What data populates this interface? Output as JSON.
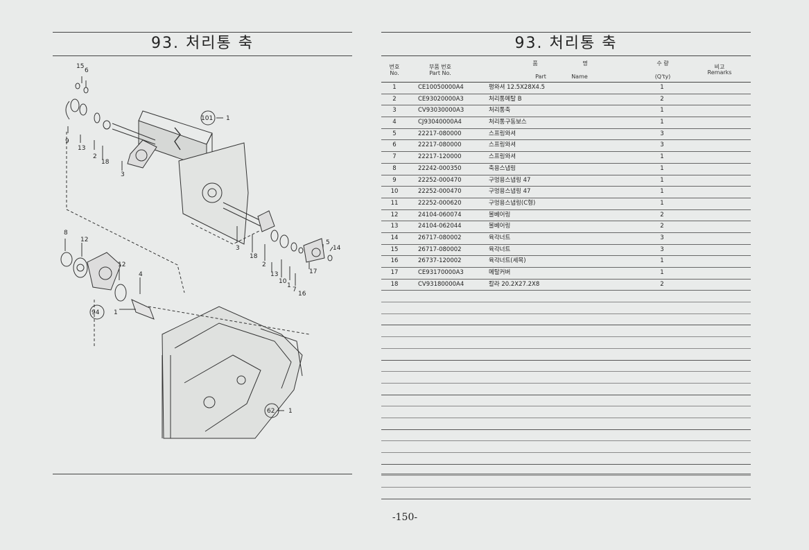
{
  "left": {
    "title": "93. 처리통 축"
  },
  "right": {
    "title": "93. 처리통 축"
  },
  "table": {
    "headers": {
      "no_ko": "번호",
      "no_en": "No.",
      "part_ko": "부품 번호",
      "part_en": "Part No.",
      "name_ko_1": "품",
      "name_ko_2": "명",
      "name_en_1": "Part",
      "name_en_2": "Name",
      "qty_ko": "수 량",
      "qty_en": "(Q'ty)",
      "remarks_ko": "비고",
      "remarks_en": "Remarks"
    },
    "rows": [
      {
        "no": "1",
        "part": "CE10050000A4",
        "name": "평와셔 12.5X28X4.5",
        "qty": "1"
      },
      {
        "no": "2",
        "part": "CE93020000A3",
        "name": "처리통메탈 B",
        "qty": "2"
      },
      {
        "no": "3",
        "part": "CV93030000A3",
        "name": "처리통축",
        "qty": "1"
      },
      {
        "no": "4",
        "part": "CJ93040000A4",
        "name": "처리통구동보스",
        "qty": "1"
      },
      {
        "no": "5",
        "part": "22217-080000",
        "name": "스프링와셔",
        "qty": "3"
      },
      {
        "no": "6",
        "part": "22217-080000",
        "name": "스프링와셔",
        "qty": "3"
      },
      {
        "no": "7",
        "part": "22217-120000",
        "name": "스프링와셔",
        "qty": "1"
      },
      {
        "no": "8",
        "part": "22242-000350",
        "name": "축용스냅링",
        "qty": "1"
      },
      {
        "no": "9",
        "part": "22252-000470",
        "name": "구멍용스냅링 47",
        "qty": "1"
      },
      {
        "no": "10",
        "part": "22252-000470",
        "name": "구멍용스냅링 47",
        "qty": "1"
      },
      {
        "no": "11",
        "part": "22252-000620",
        "name": "구멍용스냅링(C형)",
        "qty": "1"
      },
      {
        "no": "12",
        "part": "24104-060074",
        "name": "볼베어링",
        "qty": "2"
      },
      {
        "no": "13",
        "part": "24104-062044",
        "name": "볼베어링",
        "qty": "2"
      },
      {
        "no": "14",
        "part": "26717-080002",
        "name": "육각너트",
        "qty": "3"
      },
      {
        "no": "15",
        "part": "26717-080002",
        "name": "육각너트",
        "qty": "3"
      },
      {
        "no": "16",
        "part": "26737-120002",
        "name": "육각너트(세목)",
        "qty": "1"
      },
      {
        "no": "17",
        "part": "CE93170000A3",
        "name": "메탈커버",
        "qty": "1"
      },
      {
        "no": "18",
        "part": "CV93180000A4",
        "name": "칼라 20.2X27.2X8",
        "qty": "2"
      }
    ]
  },
  "diagram": {
    "callouts": [
      "15",
      "6",
      "9",
      "13",
      "2",
      "18",
      "3",
      "101",
      "1",
      "3",
      "18",
      "2",
      "13",
      "10",
      "1",
      "7",
      "16",
      "17",
      "5",
      "14",
      "8",
      "12",
      "12",
      "4",
      "94",
      "1",
      "62",
      "1"
    ]
  },
  "page_number": "-150-"
}
